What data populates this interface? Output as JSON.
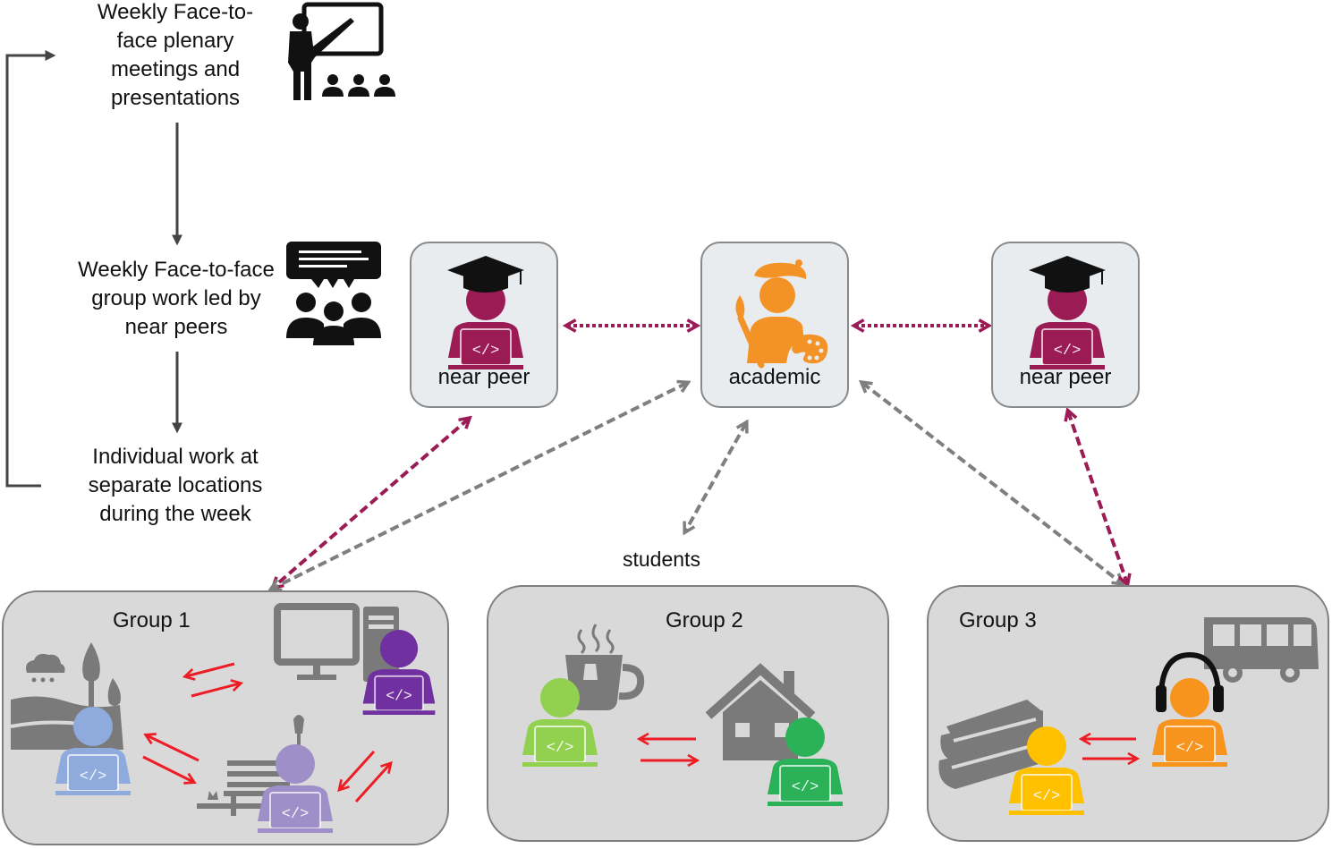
{
  "flow": {
    "step1": [
      "Weekly Face-to-",
      "face plenary",
      "meetings and",
      "presentations"
    ],
    "step2": [
      "Weekly Face-to-face",
      "group work led by",
      "near peers"
    ],
    "step3": [
      "Individual work at",
      "separate locations",
      "during the week"
    ]
  },
  "roles": {
    "left": {
      "label": "near peer"
    },
    "center": {
      "label": "academic"
    },
    "right": {
      "label": "near peer"
    }
  },
  "students_label": "students",
  "groups": [
    {
      "label": "Group 1",
      "locations": [
        "park-rain",
        "desktop-computer",
        "park-bench"
      ]
    },
    {
      "label": "Group 2",
      "locations": [
        "coffee-cup",
        "house"
      ]
    },
    {
      "label": "Group 3",
      "locations": [
        "books",
        "bus"
      ]
    }
  ],
  "colors": {
    "near_peer": "#9b1b55",
    "academic": "#f39325",
    "link_gray": "#7f7f7f",
    "exchange_red": "#ee1c25",
    "student_g1a": "#8faadc",
    "student_g1b": "#7030a0",
    "student_g1c": "#9e8fc8",
    "student_g2a": "#92d050",
    "student_g2b": "#2bb158",
    "student_g3a": "#ffc000",
    "student_g3b": "#f7941d",
    "icon_gray": "#7a7a7a"
  },
  "code_glyph": "</>"
}
